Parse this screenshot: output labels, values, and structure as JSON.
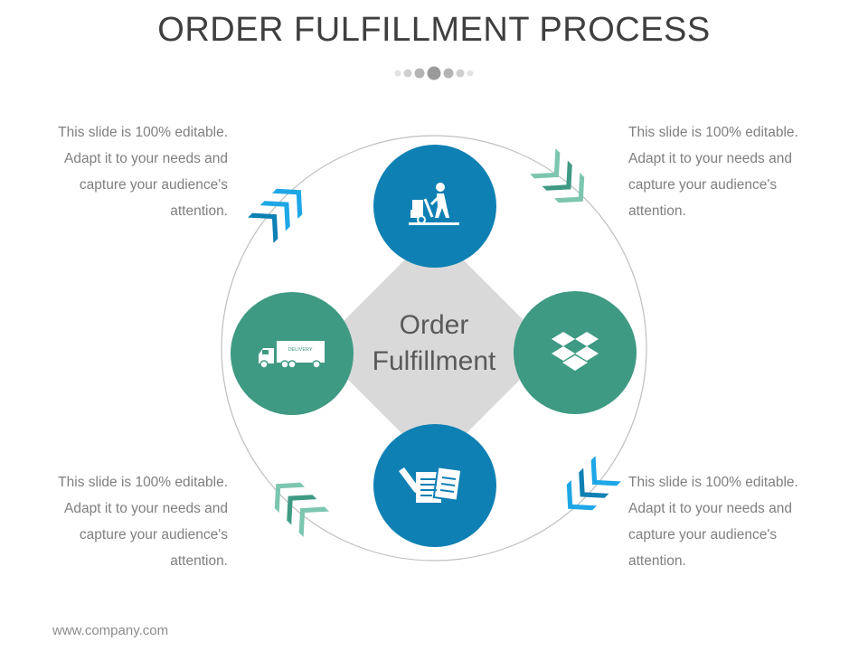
{
  "title": "ORDER FULFILLMENT PROCESS",
  "center": {
    "line1": "Order",
    "line2": "Fulfillment"
  },
  "notes": [
    {
      "position": "top-left",
      "lines": [
        "This slide is 100% editable.",
        "Adapt it to your needs and",
        "capture your audience's",
        "attention."
      ]
    },
    {
      "position": "top-right",
      "lines": [
        "This slide is 100% editable.",
        "Adapt it to your needs and",
        "capture your audience's",
        "attention."
      ]
    },
    {
      "position": "bottom-left",
      "lines": [
        "This slide is 100% editable.",
        "Adapt it to your needs and",
        "capture your audience's",
        "attention."
      ]
    },
    {
      "position": "bottom-right",
      "lines": [
        "This slide is 100% editable.",
        "Adapt it to your needs and",
        "capture your audience's",
        "attention."
      ]
    }
  ],
  "nodes": [
    {
      "name": "hand-truck-worker",
      "icon": "hand-truck-icon",
      "color": "#0f80b4"
    },
    {
      "name": "boxes",
      "icon": "boxes-icon",
      "color": "#3f9a83"
    },
    {
      "name": "documents",
      "icon": "documents-icon",
      "color": "#0f80b4"
    },
    {
      "name": "delivery-truck",
      "icon": "delivery-truck-icon",
      "color": "#3f9a83",
      "truck_label": "DELIVERY"
    }
  ],
  "colors": {
    "blue": "#0f80b4",
    "teal": "#3f9a83",
    "light_blue": "#1ea7e6",
    "light_teal": "#7cc6b0",
    "diamond": "#d9d9d9",
    "ring": "#bfbfbf"
  },
  "footer": "www.company.com"
}
